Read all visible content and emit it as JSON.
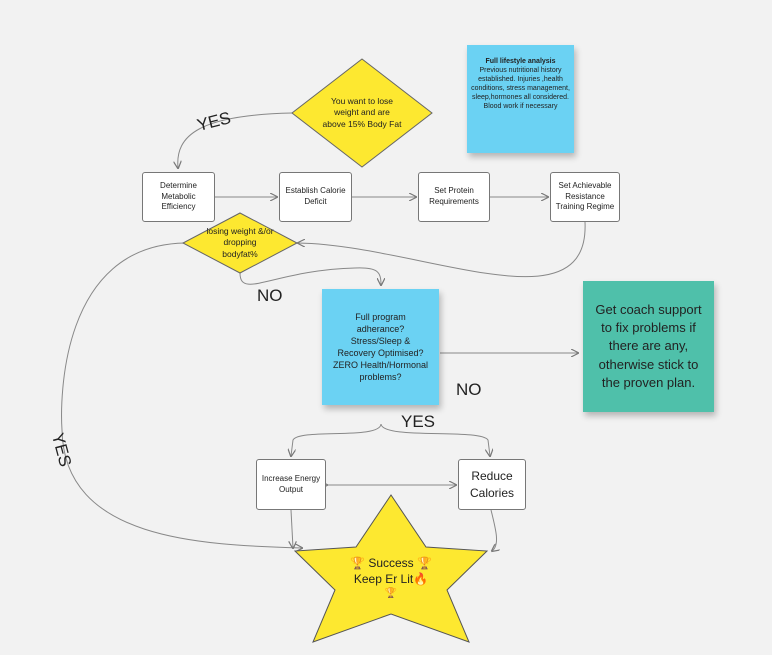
{
  "diagram": {
    "start_decision": "You want to lose weight and are above 15% Body Fat",
    "steps": {
      "metabolic": "Determine Metabolic Efficiency",
      "deficit": "Establish Calorie Deficit",
      "protein": "Set Protein Requirements",
      "training": "Set Achievable Resistance Training Regime"
    },
    "progress_decision": "losing weight &/or dropping bodyfat%",
    "adherence_check": "Full program adherance? Stress/Sleep & Recovery Optimised? ZERO Health/Hormonal problems?",
    "coach_note": "Get coach support to fix problems if there are any, otherwise stick to the proven plan.",
    "lifestyle_note": {
      "title": "Full lifestyle analysis",
      "body": "Previous nutritional history established. Injuries ,health conditions, stress management, sleep,hormones all considered. Blood work if necessary"
    },
    "actions": {
      "energy": "Increase Energy Output",
      "calories": "Reduce Calories"
    },
    "success": {
      "line1": "🏆 Success 🏆",
      "line2": "Keep Er Lit🔥",
      "line3": "🏆"
    },
    "edge_labels": {
      "yes_top": "YES",
      "no_middle": "NO",
      "no_right": "NO",
      "yes_adherence": "YES",
      "yes_left": "YES"
    }
  },
  "colors": {
    "diamond_fill": "#fde830",
    "star_fill": "#fde830",
    "sticky_blue": "#6bd2f3",
    "sticky_teal": "#4fc0aa",
    "connector": "#888888"
  }
}
